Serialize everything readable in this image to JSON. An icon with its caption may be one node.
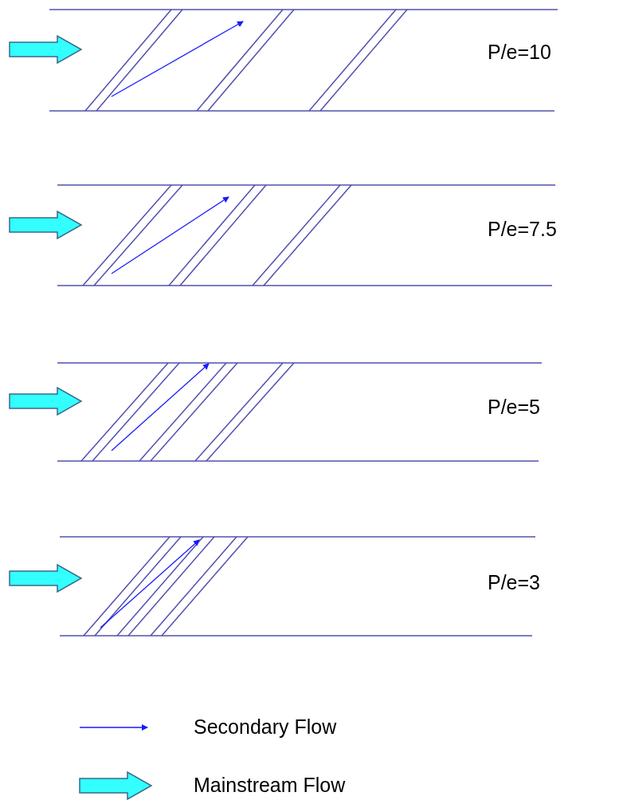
{
  "diagram": {
    "labels": [
      "P/e=10",
      "P/e=7.5",
      "P/e=5",
      "P/e=3"
    ],
    "legend": [
      {
        "text": "Secondary Flow"
      },
      {
        "text": "Mainstream Flow"
      }
    ]
  }
}
